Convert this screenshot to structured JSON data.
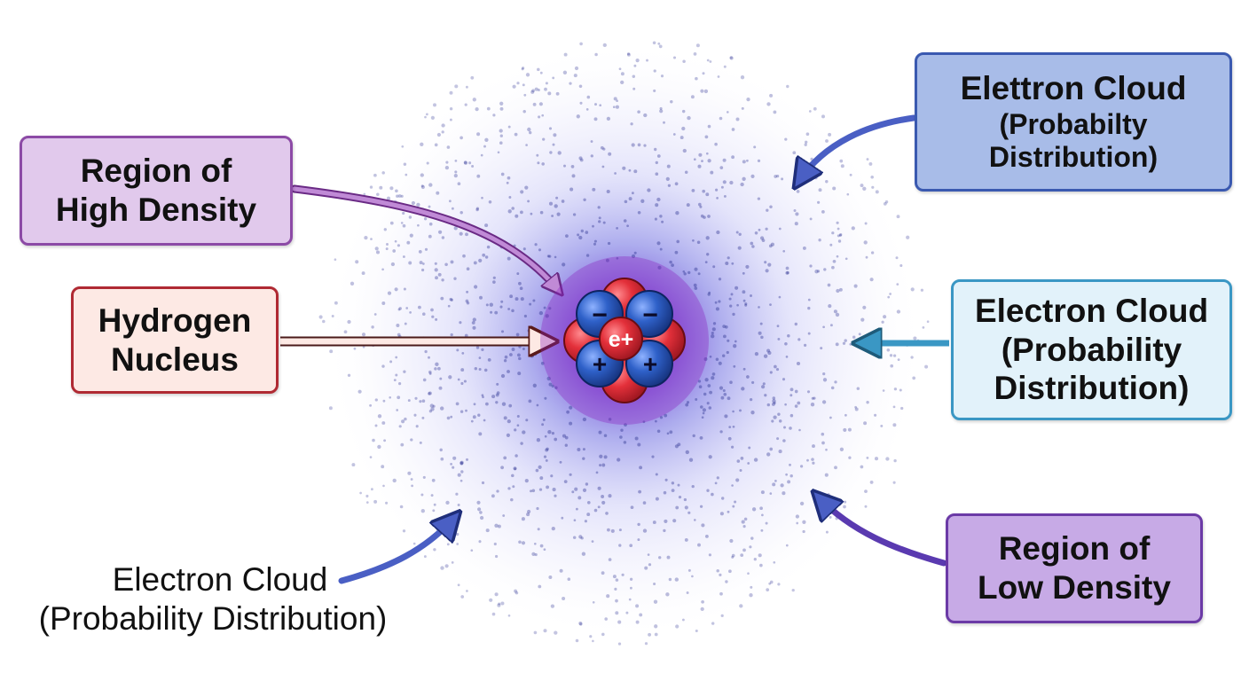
{
  "labels": {
    "high_density": {
      "line1": "Region of",
      "line2": "High Density"
    },
    "hydrogen_nucleus": {
      "line1": "Hydrogen",
      "line2": "Nucleus"
    },
    "elettron_cloud": {
      "line1": "Elettron Cloud",
      "line2": "(Probabilty",
      "line3": "Distribution)"
    },
    "electron_cloud_right": {
      "line1": "Electron Cloud",
      "line2": "(Probability",
      "line3": "Distribution)"
    },
    "low_density": {
      "line1": "Region of",
      "line2": "Low Density"
    },
    "electron_cloud_bottom": {
      "line1": "Electron Cloud",
      "line2": "(Probability Distribution)"
    }
  },
  "nucleus": {
    "center_symbol": "e+",
    "top_signs": [
      "−",
      "−"
    ],
    "bottom_signs": [
      "+",
      "+"
    ]
  },
  "colors": {
    "cloud_core": "#7a3fd6",
    "cloud_dots": "#3a3f9a",
    "proton_red": "#e3303a",
    "neutron_blue": "#2f61c9",
    "arrow_purple": "#a86bc4",
    "arrow_blue": "#4a5fc4",
    "arrow_cyan": "#3a97c4"
  }
}
